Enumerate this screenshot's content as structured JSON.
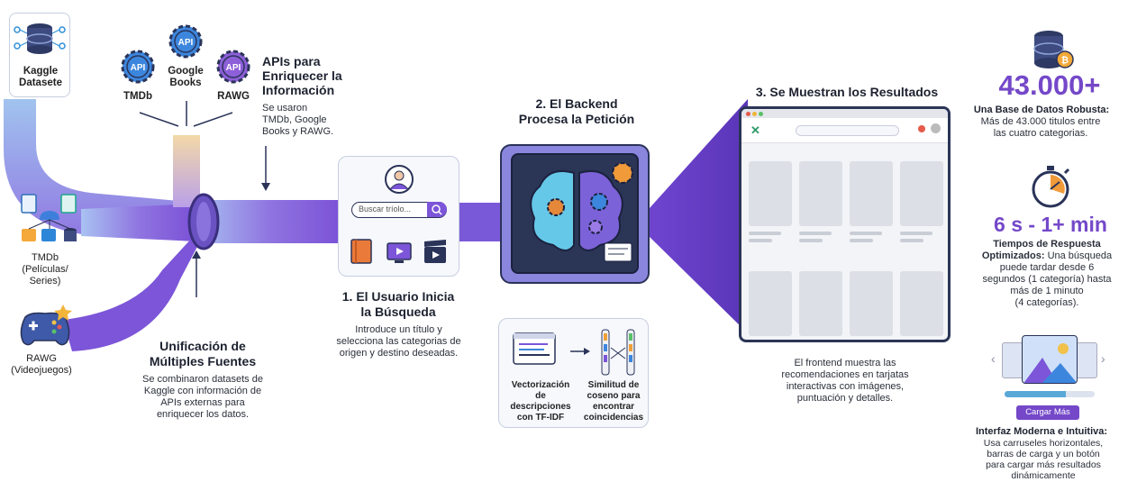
{
  "sources": {
    "kaggle": "Kaggle\nDatasete",
    "tmdb": "TMDb\n(Películas/\nSeries)",
    "rawg": "RAWG\n(Videojuegos)",
    "api_badge": "API",
    "api_tmdb": "TMDb",
    "api_google": "Google\nBooks",
    "api_rawg": "RAWG"
  },
  "apis_info": {
    "title": "APIs para\nEnriquecer la\nInformación",
    "desc": "Se usaron\nTMDb, Google\nBooks y RAWG."
  },
  "unification": {
    "title": "Unificación de\nMúltiples Fuentes",
    "desc": "Se combinaron datasets de\nKaggle con información de\nAPIs externas para\nenriquecer los datos."
  },
  "step1": {
    "search_placeholder": "Buscar tríolo...",
    "title": "1. El Usuario Inicia\nla Búsqueda",
    "desc": "Introduce un título y\nselecciona las categorias de\norigen y destino deseadas."
  },
  "step2": {
    "title": "2. El Backend\nProcesa la Petición",
    "tfidf": "Vectorización\nde descripciones\ncon TF-IDF",
    "cosine": "Similitud de\ncoseno para\nencontrar\ncoincidencias"
  },
  "step3": {
    "title": "3. Se Muestran los Resultados",
    "desc": "El frontend muestra las\nrecomendaciones en tarjatas\ninteractivas con imágenes,\npuntuación y detalles."
  },
  "stats": {
    "db_number": "43.000+",
    "db_title": "Una Base de Datos Robusta:",
    "db_desc": "Más de 43.000 titulos entre\nlas cuatro categorias.",
    "time_number": "6 s - 1+ min",
    "time_title": "Tiempos de Respuesta\nOptimizados:",
    "time_desc": " Una búsqueda\npuede tardar desde 6\nsegundos (1 categoría) hasta\nmás de 1 minuto\n(4 categorías).",
    "load_button": "Cargar Más",
    "ui_title": "Interfaz Moderna e Intuitiva:",
    "ui_desc": "Usa carruseles horizontales,\nbarras de carga y un botón\npara cargar más resultados\ndinámicamente"
  },
  "colors": {
    "pipe_light": "#9db6f0",
    "pipe_dark": "#7a4fd6",
    "accent": "#7448c9",
    "navy": "#2a3358"
  }
}
